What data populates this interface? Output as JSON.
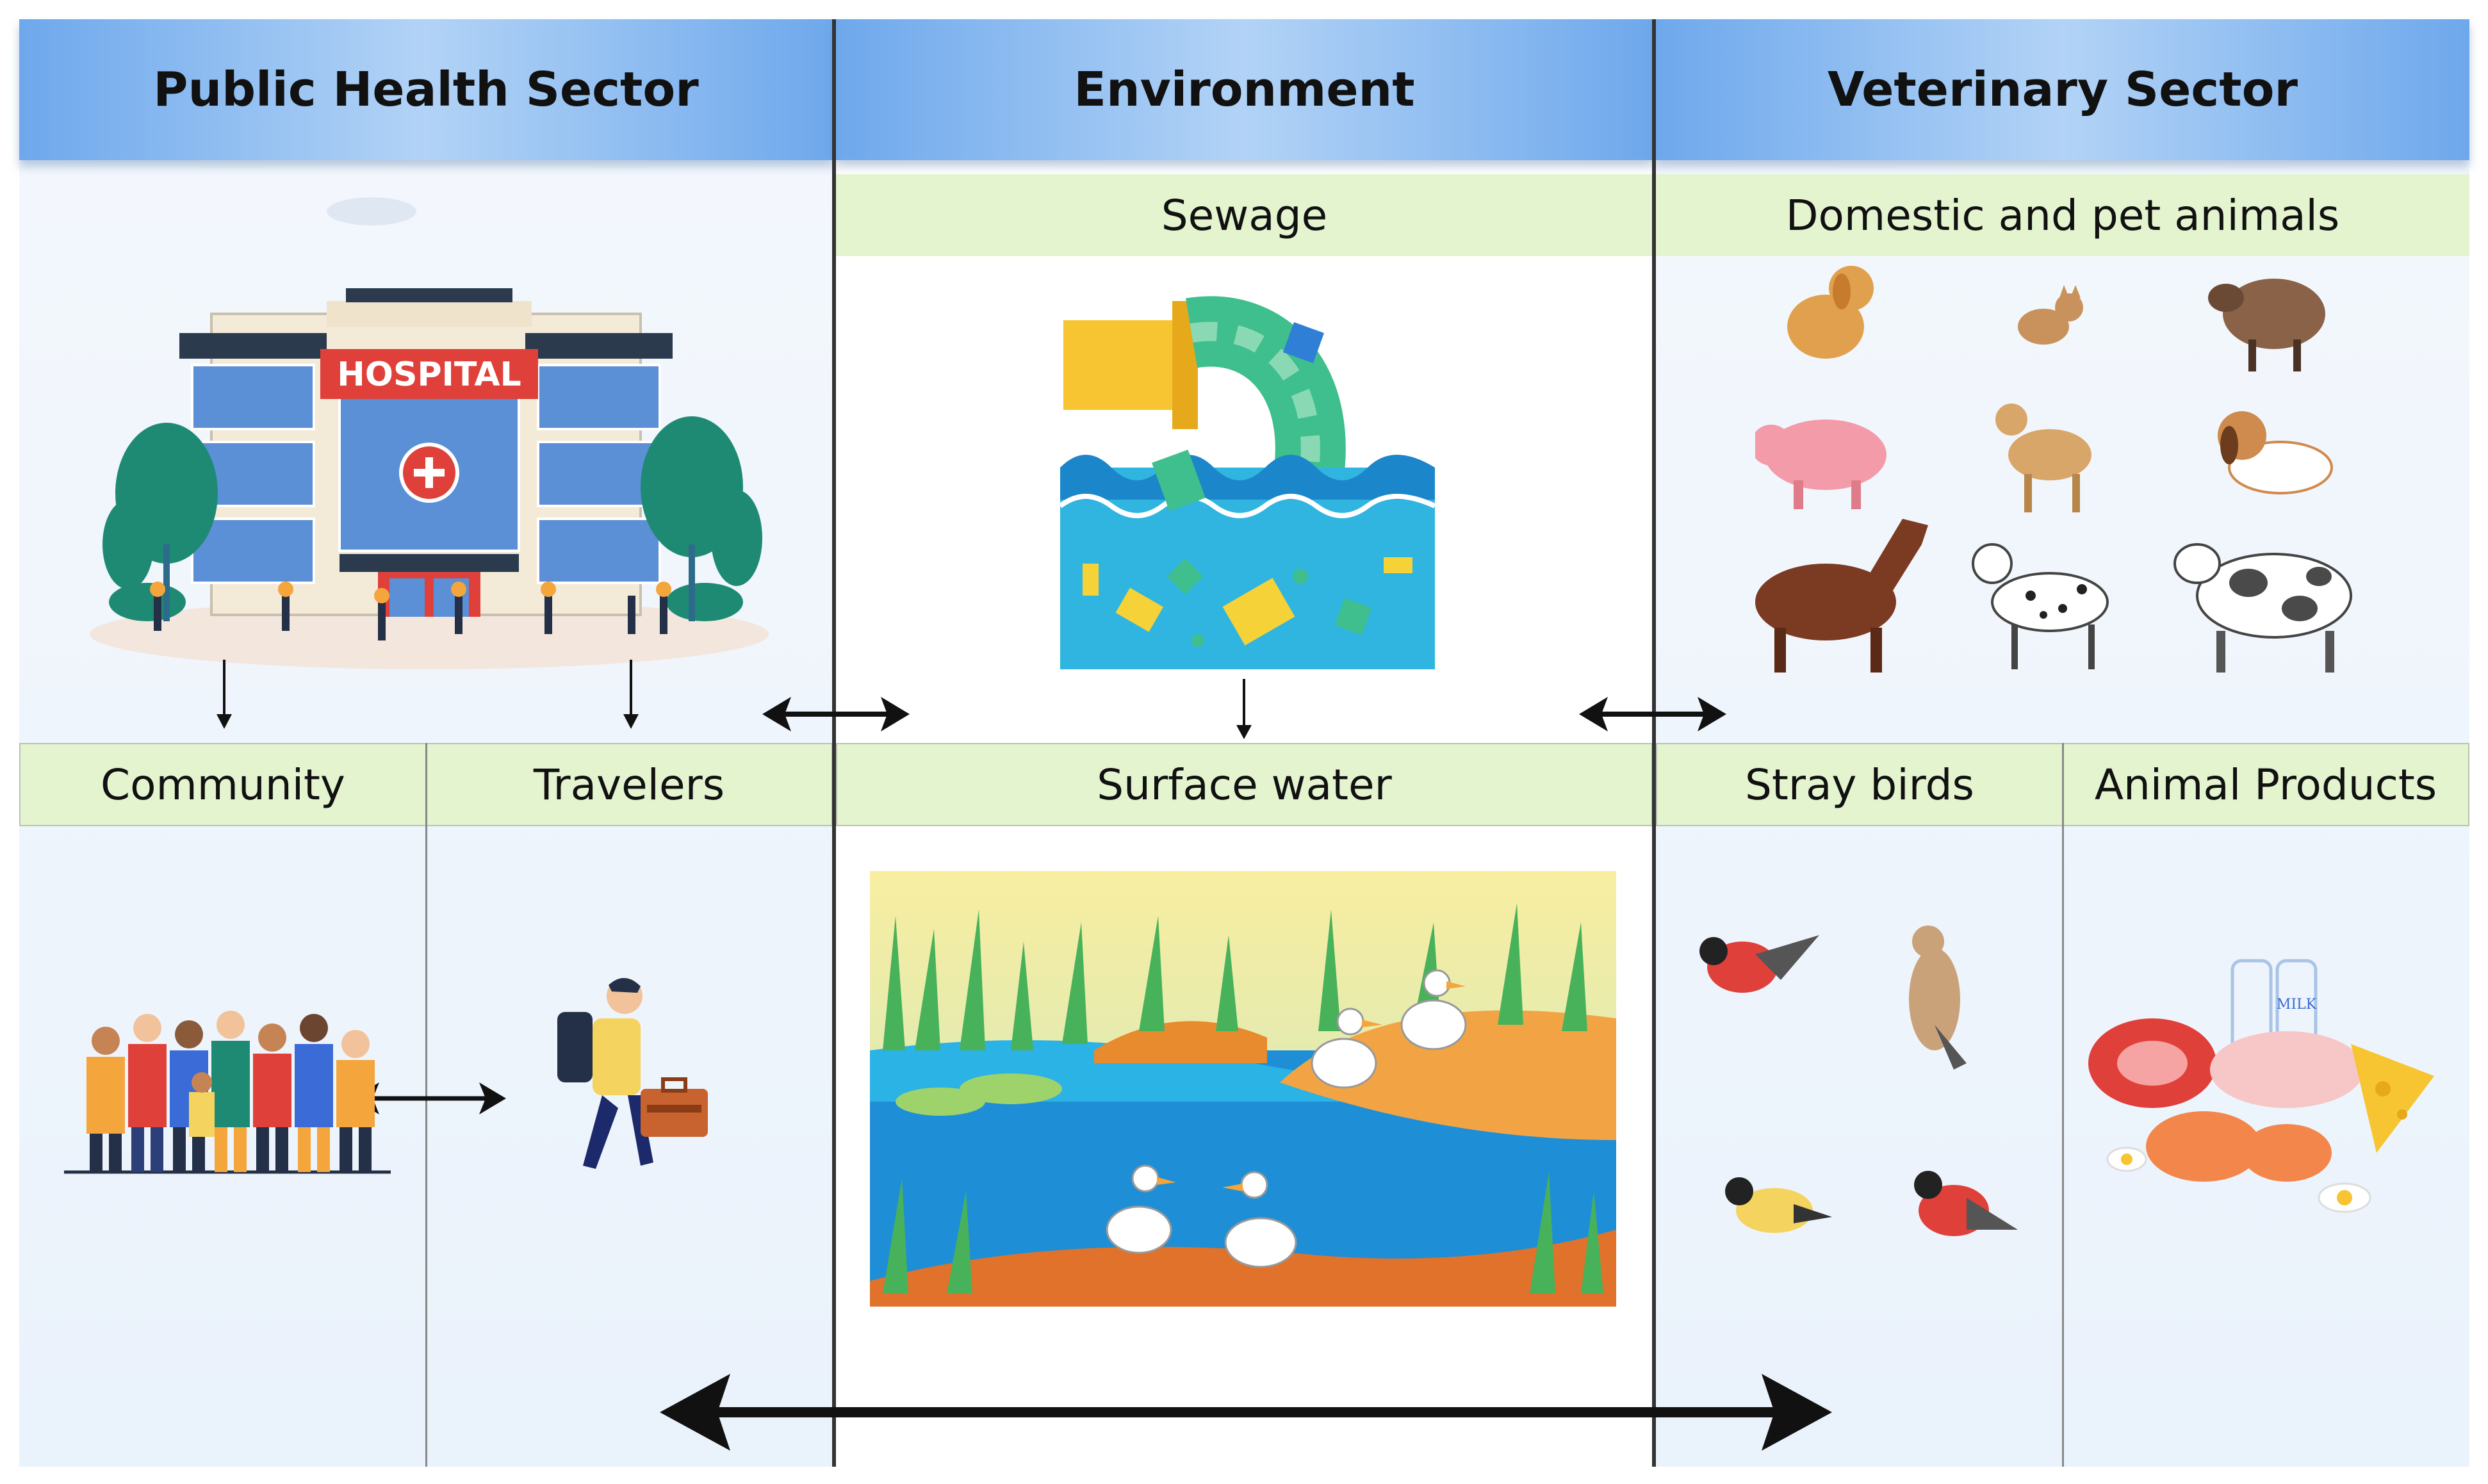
{
  "sectors": {
    "public_health": "Public Health Sector",
    "environment": "Environment",
    "veterinary": "Veterinary Sector"
  },
  "labels": {
    "sewage": "Sewage",
    "domestic": "Domestic and pet animals",
    "community": "Community",
    "travelers": "Travelers",
    "surface_water": "Surface water",
    "stray_birds": "Stray birds",
    "animal_products": "Animal Products"
  },
  "illustrations": {
    "hospital_sign": "HOSPITAL",
    "milk_label": "MILK"
  },
  "colors": {
    "header_blue": "#6ea8ec",
    "label_green": "#e3f4cf",
    "divider": "#333333"
  }
}
